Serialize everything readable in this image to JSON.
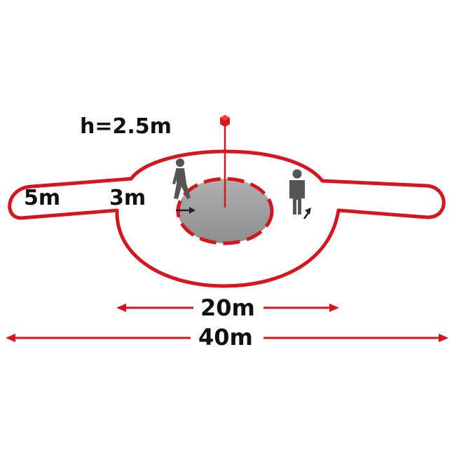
{
  "labels": {
    "height": "h=2.5m",
    "arm_width": "5m",
    "gap": "3m",
    "inner_diameter": "20m",
    "total_length": "40m"
  },
  "colors": {
    "track_red": "#d8141c",
    "center_gray": "#9b9b9b",
    "figure_gray": "#555555",
    "text": "#111111"
  },
  "icons": [
    "walking-person-icon",
    "standing-person-icon",
    "arrow-right-icon",
    "arrow-up-icon",
    "pole-marker-icon"
  ]
}
